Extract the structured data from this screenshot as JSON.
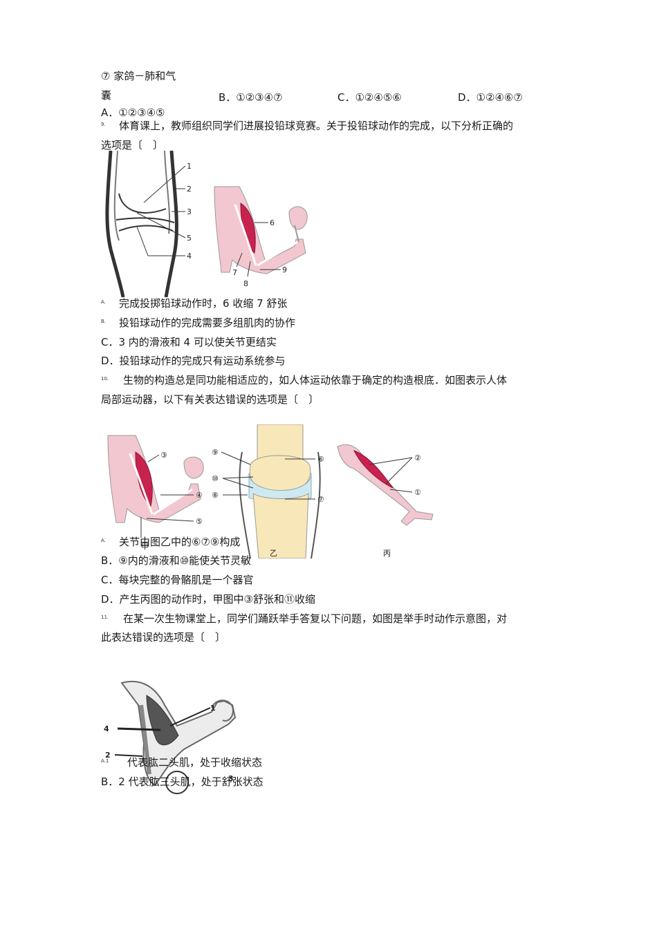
{
  "q8": {
    "option_7": "⑦ 家鸽－肺和气",
    "option_7_cont": "囊",
    "choice_a": "A．①②③④⑤",
    "choice_b": "B．①②③④⑦",
    "choice_c": "C．①②④⑤⑥",
    "choice_d": "D．①②④⑥⑦"
  },
  "q9": {
    "num": "9.",
    "stem_line1": "体育课上，教师组织同学们进展投铅球竞赛。关于投铅球动作的完成，以下分析正确的",
    "stem_line2": "选项是〔　〕",
    "fig_labels": [
      "1",
      "2",
      "3",
      "5",
      "4",
      "6",
      "7",
      "8",
      "9"
    ],
    "a_marker": "A.",
    "a_text": "完成投掷铅球动作时，6 收缩 7 舒张",
    "b_marker": "B.",
    "b_text": "投铅球动作的完成需要多组肌肉的协作",
    "c_text": "C．3 内的滑液和 4 可以使关节更结实",
    "d_text": "D．投铅球动作的完成只有运动系统参与"
  },
  "q10": {
    "num": "10.",
    "stem_line1": "生物的构造总是同功能相适应的，如人体运动依靠于确定的构造根底．如图表示人体",
    "stem_line2": "局部运动器，以下有关表达错误的选项是〔　〕",
    "fig_labels": [
      "③",
      "④",
      "⑤",
      "⑨",
      "⑩",
      "⑧",
      "⑥",
      "⑦",
      "②",
      "①"
    ],
    "fig_caption_jia": "甲",
    "fig_caption_yi": "乙",
    "fig_caption_bing": "丙",
    "a_marker": "A.",
    "a_text": "关节由图乙中的⑥⑦⑨构成",
    "b_text": "B．⑨内的滑液和⑩能使关节灵敏",
    "c_text": "C．每块完整的骨骼肌是一个器官",
    "d_text": "D．产生丙图的动作时，甲图中③舒张和⑪收缩"
  },
  "q11": {
    "num": "11.",
    "stem_line1": "在某一次生物课堂上，同学们踊跃举手答复以下问题，如图是举手时动作示意图，对",
    "stem_line2": "此表达错误的选项是〔　〕",
    "fig_labels": [
      "1",
      "4",
      "2",
      "3"
    ],
    "a_marker": "A.1",
    "a_text": "代表肱二头肌，处于收缩状态",
    "b_text": "B．2 代表肱三头肌，处于舒张状态"
  }
}
